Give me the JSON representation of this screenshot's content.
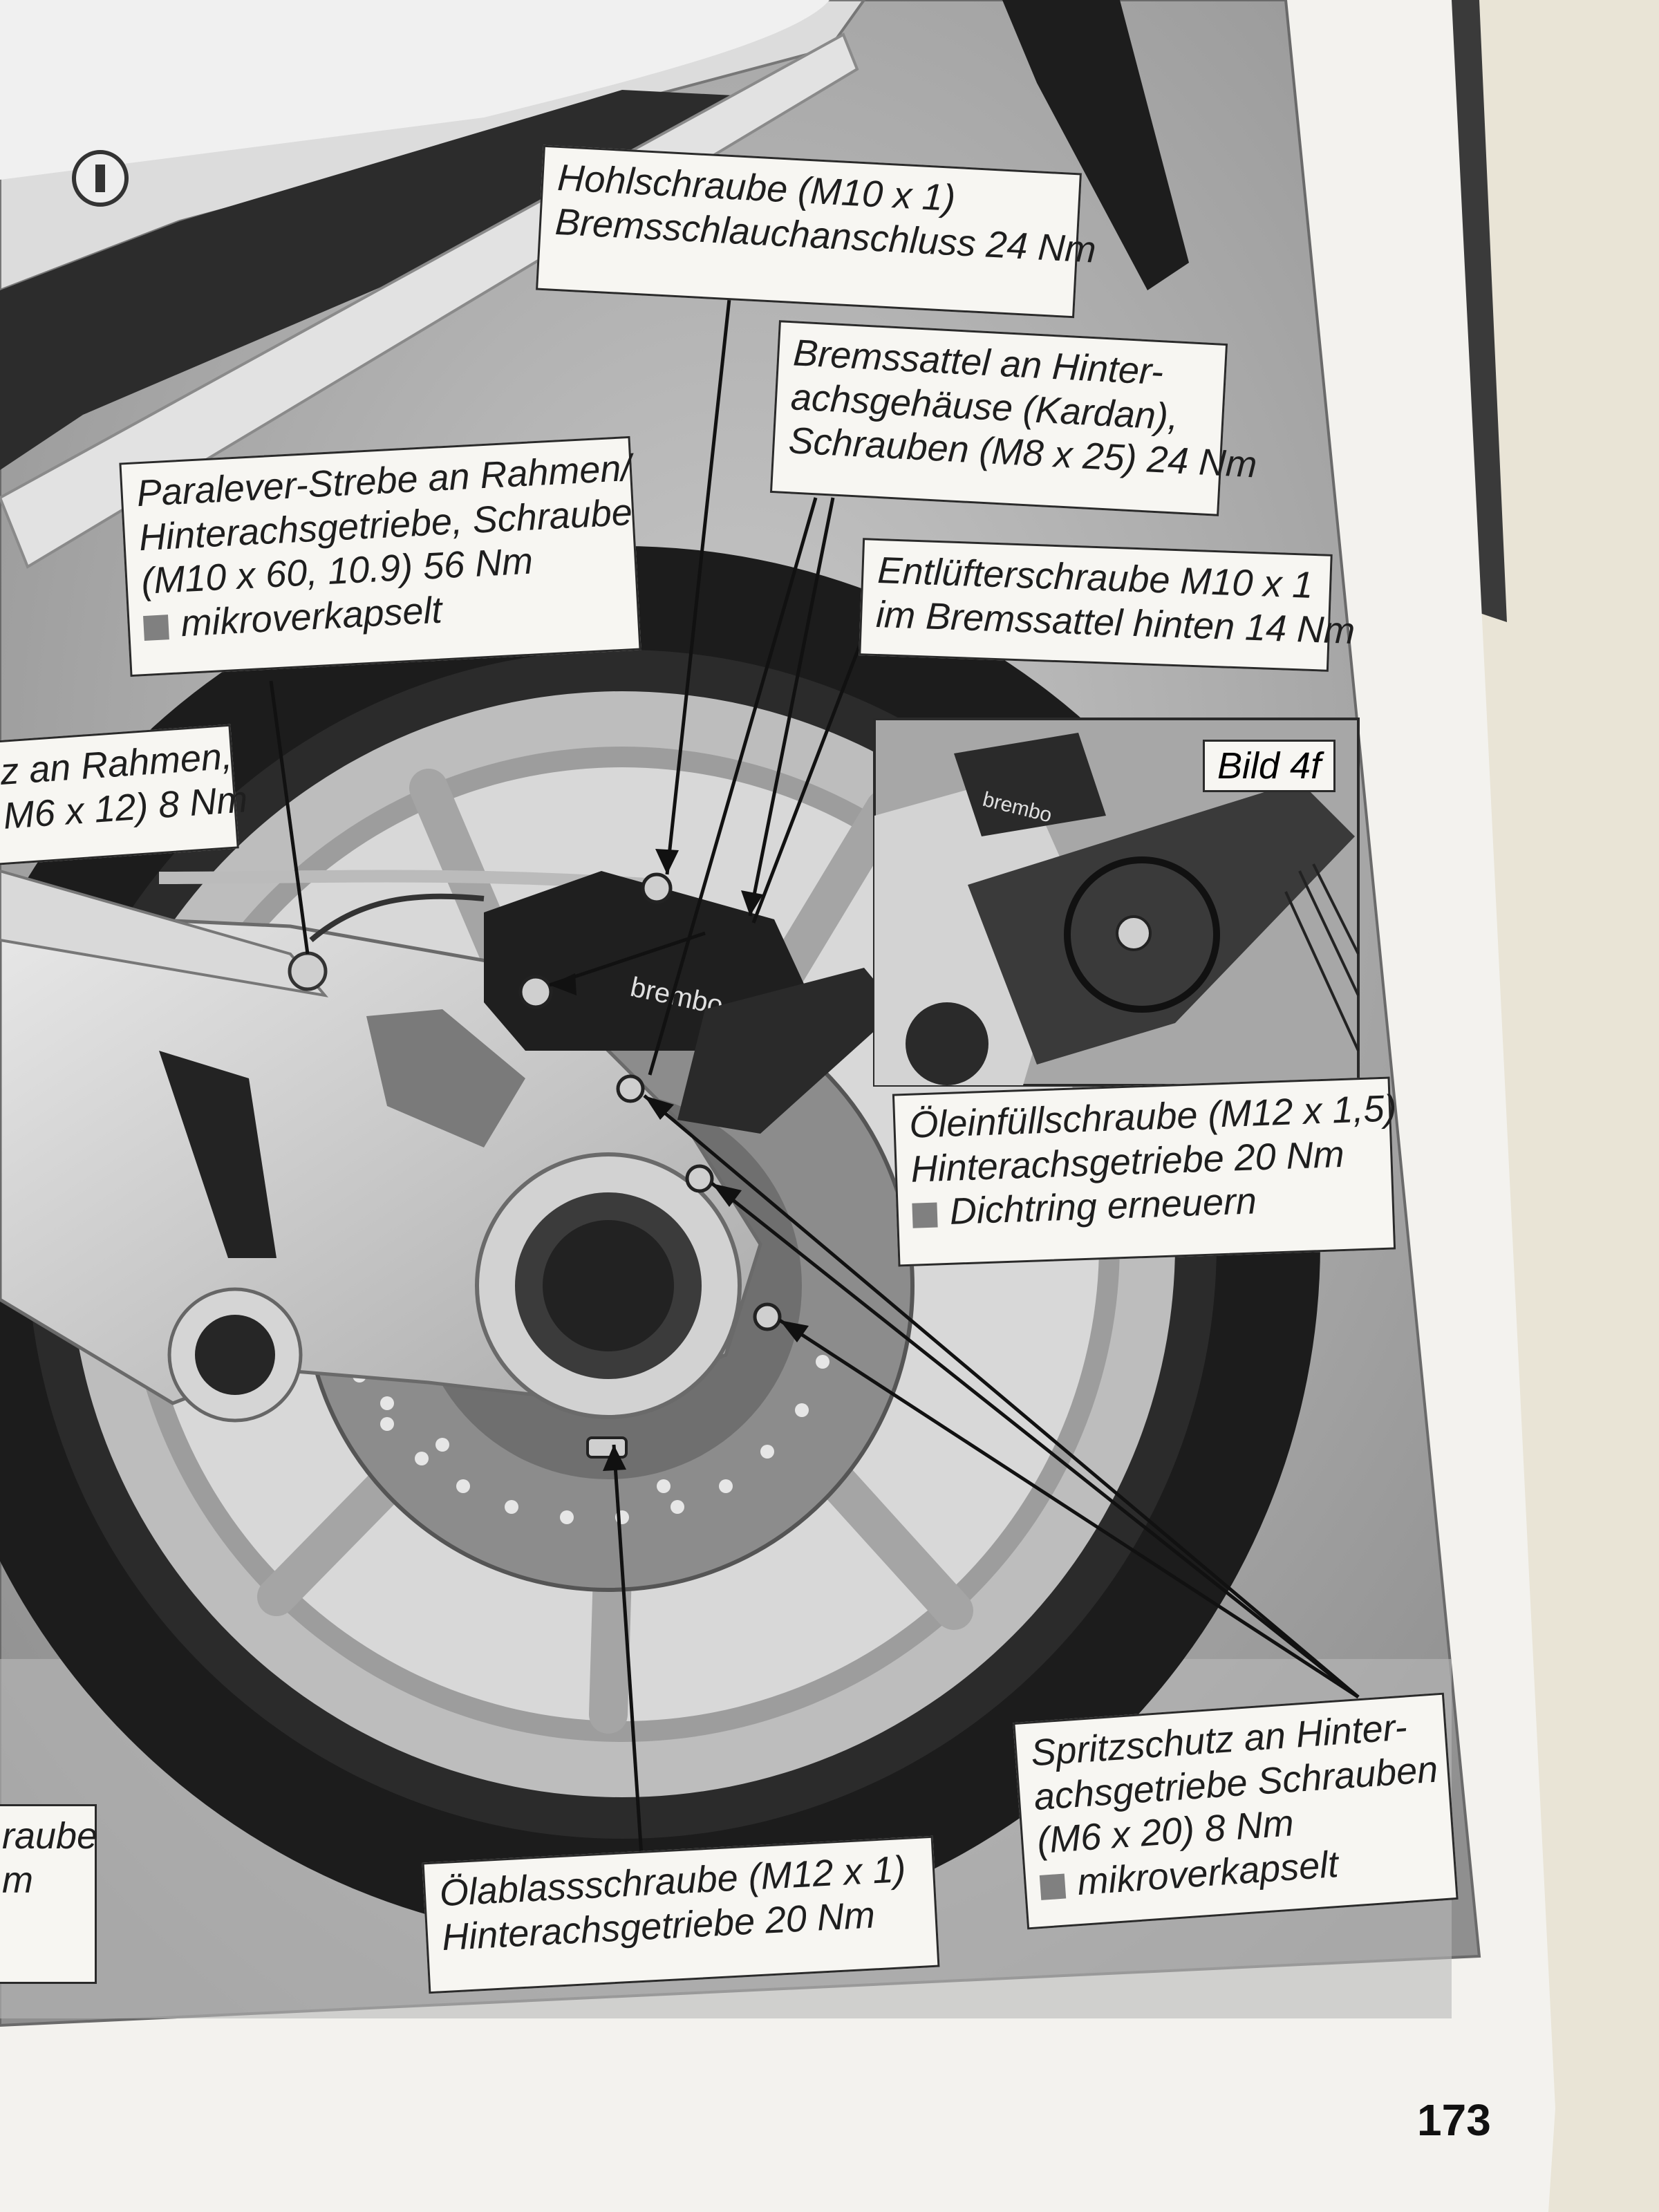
{
  "labels": {
    "hohlschraube": {
      "l1": "Hohlschraube (M10 x 1)",
      "l2": "Bremsschlauchanschluss 24 Nm"
    },
    "bremssattel": {
      "l1": "Bremssattel an Hinter-",
      "l2": "achsgehäuse (Kardan),",
      "l3": "Schrauben (M8 x 25) 24 Nm"
    },
    "paralever": {
      "l1": "Paralever-Strebe an Rahmen/",
      "l2": "Hinterachsgetriebe, Schraube",
      "l3": "(M10 x 60, 10.9) 56 Nm",
      "l4": "mikroverkapselt"
    },
    "entluefter": {
      "l1": "Entlüfterschraube M10 x 1",
      "l2": "im Bremssattel hinten 14 Nm"
    },
    "rahmen_partial": {
      "l1": "z an Rahmen,",
      "l2": "M6 x 12) 8 Nm"
    },
    "oeleinfuell": {
      "l1": "Öleinfüllschraube (M12 x 1,5)",
      "l2": "Hinterachsgetriebe 20 Nm",
      "l3": "Dichtring erneuern"
    },
    "spritzschutz": {
      "l1": "Spritzschutz an Hinter-",
      "l2": "achsgetriebe Schrauben",
      "l3": "(M6 x 20) 8 Nm",
      "l4": "mikroverkapselt"
    },
    "oelablass": {
      "l1": "Ölablassschraube (M12 x 1)",
      "l2": "Hinterachsgetriebe 20 Nm"
    },
    "left_partial": {
      "l1": "raube",
      "l2": "m"
    }
  },
  "inset": {
    "badge": "Bild 4f",
    "brand": "brembo"
  },
  "caliper_brand": "brembo",
  "page_number": "173"
}
